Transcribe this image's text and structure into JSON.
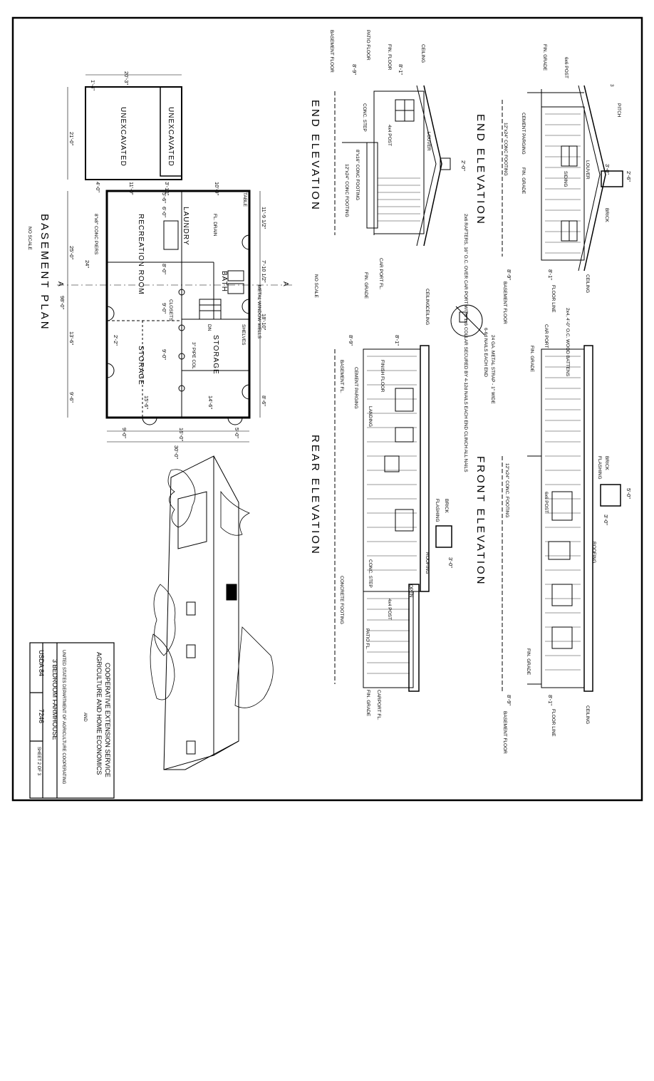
{
  "basement_plan": {
    "title": "BASEMENT PLAN",
    "scale": "NO SCALE",
    "section_mark": "A",
    "rooms": {
      "unexcavated_1": "UNEXCAVATED",
      "unexcavated_2": "UNEXCAVATED",
      "laundry": "LAUNDRY",
      "recreation_room": "RECREATION ROOM",
      "bath": "BATH",
      "storage_1": "STORAGE",
      "storage_2": "STORAGE"
    },
    "labels": {
      "table": "TABLE",
      "fl_drain": "FL. DRAIN",
      "conc_piers": "8\"x8\" CONC PIERS",
      "closets": "CLOSETS",
      "pipe_col": "3\" PIPE COL",
      "shelves": "SHELVES",
      "window_wells": "METAL WINDOW WELLS",
      "dn": "DN"
    },
    "dimensions": {
      "top_width": "20'-3\"",
      "d_1_4": "1'-4\"",
      "d_21_0": "21'-0\"",
      "d_4_0": "4'-0\"",
      "d_11_0": "11'-0\"",
      "d_3_10": "3'-10\"",
      "d_10_9": "10'-9\"",
      "d_11_9": "11'-9 1/2\"",
      "d_7_10": "7'-10 1/2\"",
      "d_18_10": "18'-10\"",
      "d_8_6": "8'-6\"",
      "d_25_0": "25'-0\"",
      "d_24": "24\"",
      "d_13_6": "13'-6\"",
      "d_9_6": "9'-6\"",
      "d_98_0": "98'-0\"",
      "d_6_0": "6'-0\"",
      "d_5_6": "5'-6\"",
      "d_8_0": "8'-0\"",
      "d_9_0a": "9'-0\"",
      "d_9_0b": "9'-0\"",
      "d_2_2": "2'-2\"",
      "d_15_6": "15'-6\"",
      "d_14_6": "14'-6\"",
      "bottom_9_0": "9'-0\"",
      "bottom_16_0": "16'-0\"",
      "bottom_5_0": "5'-0\"",
      "bottom_30_0": "30'-0\""
    }
  },
  "end_elevation_left": {
    "title": "END ELEVATION",
    "labels": {
      "basement_floor": "BASEMENT FLOOR",
      "patio_floor": "PATIO FLOOR",
      "fin_floor": "FIN. FLOOR",
      "ceiling": "CEILING",
      "conc_step": "CONC. STEP",
      "post": "4x4 POST",
      "louver": "LOUVER",
      "footing_8x16": "8\"x16\" CONC FOOTING",
      "footing_12x24": "12\"x24\" CONC FOOTING",
      "car_port_fl": "CAR PORT FL.",
      "fin_grade": "FIN. GRADE"
    },
    "dimensions": {
      "d1": "8'-9\"",
      "d2": "8'-1\"",
      "d3": "2'-0\""
    }
  },
  "end_elevation_right": {
    "title": "END ELEVATION",
    "labels": {
      "fin_grade": "FIN. GRADE",
      "post": "6x6 POST",
      "pitch": "PITCH",
      "cement_parging": "CEMENT PARGING",
      "footing": "12\"x24\" CONC FOOTING",
      "fin_grade_2": "FIN. GRADE",
      "siding": "SIDING",
      "louver": "LOUVER",
      "brick": "BRICK",
      "ceiling": "CEILING",
      "floor_line": "FLOOR LINE",
      "basement_floor": "BASEMENT FLOOR"
    },
    "dimensions": {
      "d1": "8'-9\"",
      "d2": "8'-1\"",
      "d3": "3'-0\"",
      "d4": "2'-6\"",
      "pitch_ratio": "3"
    }
  },
  "notes": {
    "rafters": "2x6 RAFTERS, 16\" O.C. OVER CAR PORT WITH 1x6 COLLAR SECURED BY 4-12d NAILS EACH END CLINCH ALL NAILS",
    "no_scale": "NO SCALE",
    "nails": "6-6d NAILS EACH END",
    "strap": "24 GA. METAL STRAP - 1\" WIDE"
  },
  "rear_elevation": {
    "title": "REAR ELEVATION",
    "labels": {
      "ceiling": "CEILING",
      "finish_floor": "FINISH FLOOR",
      "basement_fl": "BASEMENT FL.",
      "cement_parging": "CEMENT PARGING",
      "landing": "LANDING",
      "brick": "BRICK",
      "flashing": "FLASHING",
      "roofing": "ROOFING",
      "conc_step": "CONC. STEP",
      "concrete_footing": "CONCRETE FOOTING",
      "open": "OPEN",
      "post": "4x4 POST",
      "patio_fl": "PATIO FL.",
      "carport_fl": "CARPORT FL.",
      "fin_grade": "FIN. GRADE"
    },
    "dimensions": {
      "d1": "8'-9\"",
      "d2": "8'-1\"",
      "d3": "3'-0\""
    }
  },
  "front_elevation": {
    "title": "FRONT ELEVATION",
    "labels": {
      "battens": "2x4, 4'-0\" O.C. WOOD BATTENS",
      "car_port": "CAR PORT",
      "fin_grade": "FIN. GRADE",
      "footing": "12\"x24\" CONC. FOOTING",
      "post": "6x6 POST",
      "brick": "BRICK",
      "flashing": "FLASHING",
      "roofing": "ROOFING",
      "fin_grade_2": "FIN. GRADE",
      "ceiling": "CEILING",
      "floor_line": "FLOOR LINE",
      "basement_floor": "BASEMENT FLOOR"
    },
    "dimensions": {
      "d1": "8'-9\"",
      "d2": "8'-1\"",
      "d3": "3'-0\"",
      "d4": "5'-0\""
    }
  },
  "title_block": {
    "org_line1": "COOPERATIVE EXTENSION SERVICE",
    "org_line2": "AGRICULTURE AND HOME ECONOMICS",
    "and": "AND",
    "usda_line": "UNITED STATES DEPARTMENT OF AGRICULTURE COOPERATING",
    "plan_name": "3 BEDROOM FARMHOUSE",
    "usda_no": "USDA 84",
    "plan_no": "7246",
    "sheet": "SHEET 2 OF 3"
  }
}
